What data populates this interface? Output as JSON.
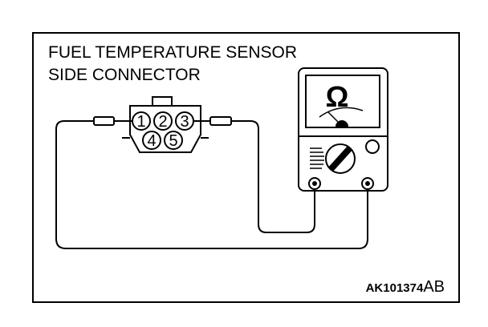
{
  "title_line1": "FUEL TEMPERATURE SENSOR",
  "title_line2": "SIDE CONNECTOR",
  "connector": {
    "pins": [
      "1",
      "2",
      "3",
      "4",
      "5"
    ]
  },
  "meter": {
    "symbol": "Ω"
  },
  "reference": {
    "code": "AK101374",
    "suffix": "AB"
  }
}
